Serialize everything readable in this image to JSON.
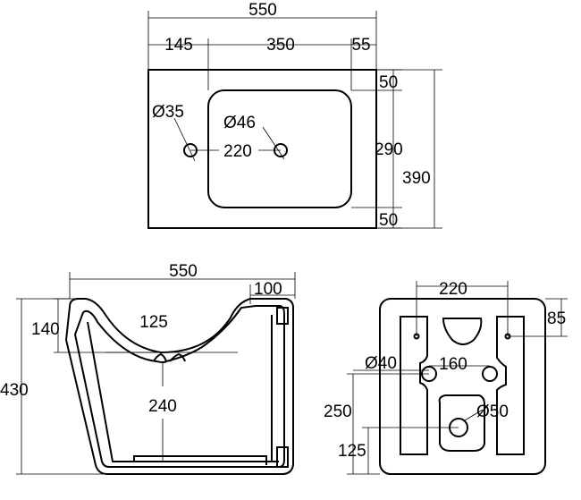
{
  "views": {
    "top": {
      "width_total": "550",
      "left_offset": "145",
      "basin_width": "350",
      "right_offset": "55",
      "tap_hole": "Ø35",
      "waste_hole": "Ø46",
      "hole_spacing": "220",
      "top_margin": "50",
      "basin_depth": "290",
      "total_depth": "390",
      "bottom_margin": "50"
    },
    "side": {
      "length": "550",
      "rear_offset": "100",
      "bowl_depth": "140",
      "bowl_bottom": "125",
      "height": "430",
      "inner_height": "240"
    },
    "back": {
      "fixing_spacing": "220",
      "fixing_height": "85",
      "inlet": "Ø40",
      "inlet_spacing": "160",
      "inlet_height": "250",
      "outlet": "Ø50",
      "outlet_height": "125"
    }
  }
}
